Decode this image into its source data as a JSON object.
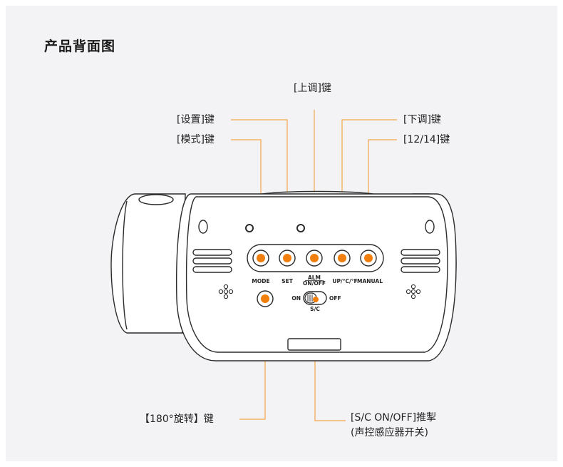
{
  "title": "产品背面图",
  "callouts": {
    "up": "[上调]键",
    "set": "[设置]键",
    "mode": "[模式]键",
    "down": "[下调]键",
    "manual": "[12/14]键",
    "rotate": "【180°旋转】键",
    "sc_line1": "[S/C ON/OFF]推掣",
    "sc_line2": "(声控感应器开关)"
  },
  "device_labels": {
    "mode": "MODE",
    "set": "SET",
    "alm_line1": "ALM",
    "alm_line2": "ON/OFF",
    "up": "UP/°C/°F",
    "manual": "MANUAL",
    "switch_on": "ON",
    "switch_off": "OFF",
    "switch_sc": "S/C"
  },
  "colors": {
    "button": "#f07f0e",
    "leader": "#f4a64b",
    "outline": "#2b2b2b"
  }
}
